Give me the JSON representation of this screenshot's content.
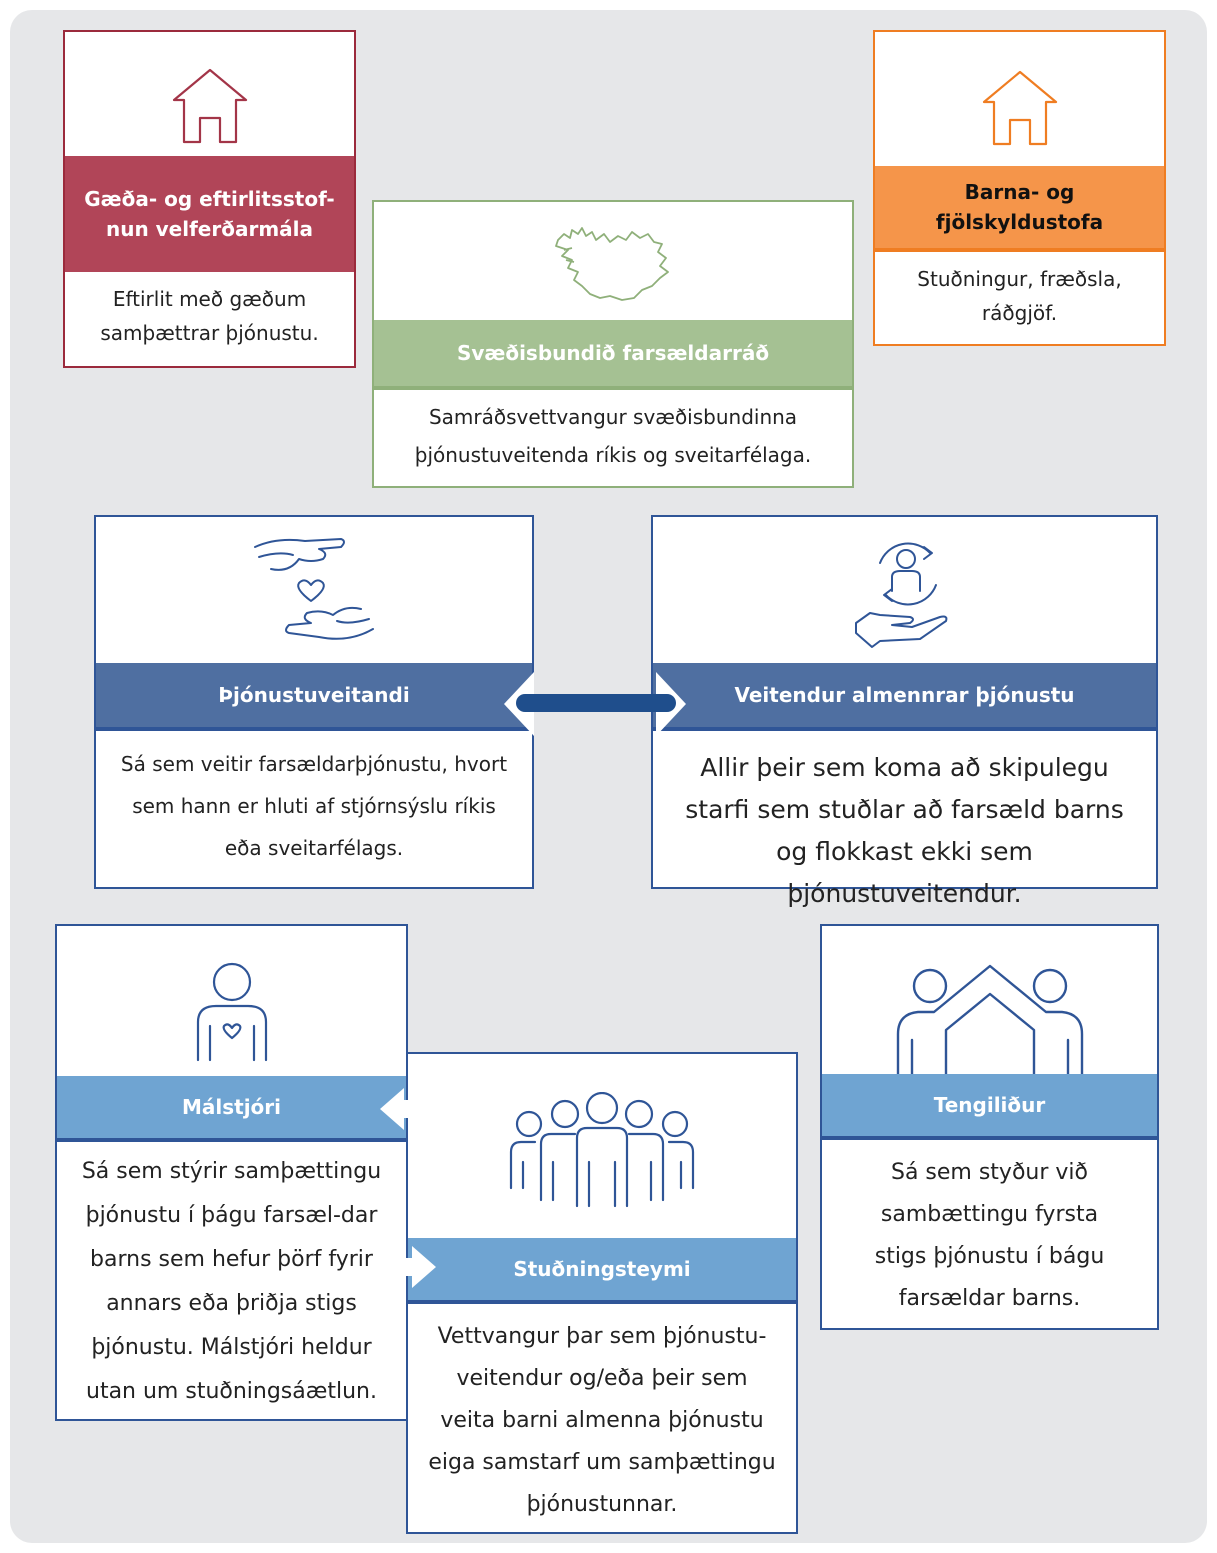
{
  "cards": {
    "gaeda": {
      "title": "Gæða- og eftirlitsstof-\nnun velferðarmála",
      "description": "Eftirlit með gæðum samþættrar þjónustu.",
      "color": "#b14558",
      "border": "#9b2a3c",
      "icon": "house-icon"
    },
    "barna": {
      "title": "Barna- og\nfjölskyldustofa",
      "description": "Stuðningur, fræðsla,\nráðgjöf.",
      "color": "#f5954a",
      "border": "#ef7d22",
      "icon": "house-icon"
    },
    "svaedis": {
      "title": "Svæðisbundið farsældarráð",
      "description": "Samráðsvettvangur svæðisbundinna þjónustuveitenda ríkis og sveitarfélaga.",
      "color": "#a5c193",
      "border": "#8fb07a",
      "icon": "iceland-map-icon"
    },
    "thjonustuveitandi": {
      "title": "Þjónustuveitandi",
      "description": "Sá sem veitir farsældarþjónustu, hvort sem hann er hluti af stjórnsýslu ríkis eða sveitarfélags.",
      "color": "#4f6fa1",
      "border": "#2f5597",
      "icon": "giving-hands-heart-icon"
    },
    "veitendur": {
      "title": "Veitendur almennrar þjónustu",
      "description": "Allir þeir sem koma að skipulegu starfi sem stuðlar að farsæld barns og flokkast ekki sem þjónustuveitendur.",
      "color": "#4f6fa1",
      "border": "#2f5597",
      "icon": "hand-person-cycle-icon"
    },
    "malstjori": {
      "title": "Málstjóri",
      "description": "Sá sem stýrir samþættingu þjónustu í þágu farsæl-dar barns sem hefur þörf fyrir annars eða þriðja stigs þjónustu. Málstjóri heldur utan um stuðningsáætlun.",
      "color": "#6fa4d2",
      "border": "#2f5597",
      "icon": "person-heart-icon"
    },
    "studningsteymi": {
      "title": "Stuðningsteymi",
      "description": "Vettvangur þar sem þjónustu-veitendur og/eða þeir sem veita barni almenna þjónustu eiga samstarf um samþættingu þjónustunnar.",
      "color": "#6fa4d2",
      "border": "#2f5597",
      "icon": "group-people-icon"
    },
    "tengilidur": {
      "title": "Tengiliður",
      "description": "Sá sem styður við sambættingu fyrsta stigs þjónustu í bágu farsældar barns.",
      "color": "#6fa4d2",
      "border": "#2f5597",
      "icon": "two-people-roof-icon"
    }
  }
}
